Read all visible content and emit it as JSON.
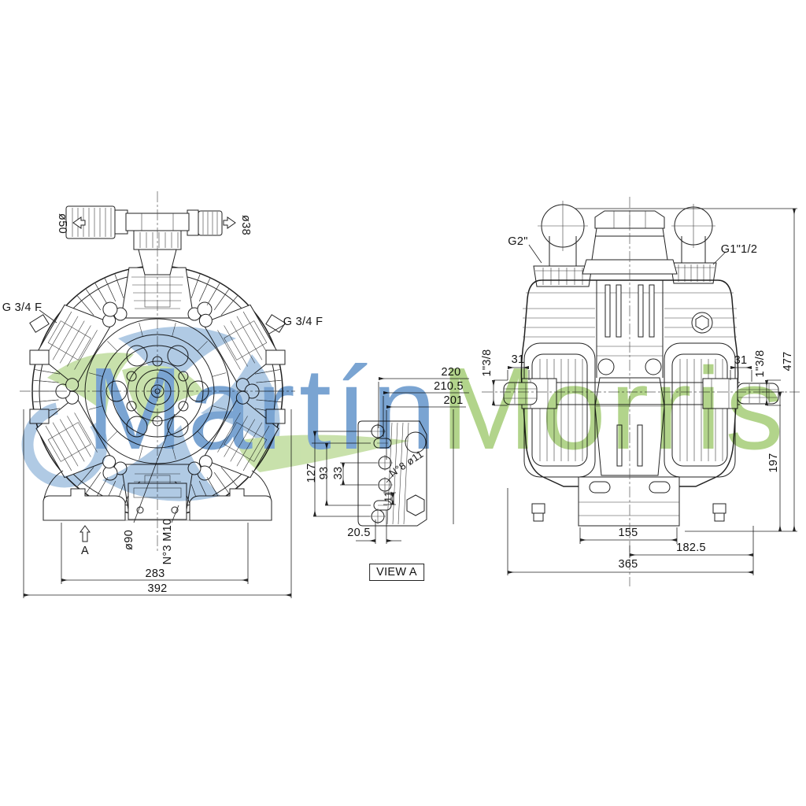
{
  "watermark": {
    "first": "Martín",
    "second": "Morris",
    "blue": "#7aa4d2",
    "green": "#b2d48b"
  },
  "front_view": {
    "hose_left_dia": "ø50",
    "hose_right_dia": "ø38",
    "port_left": "G 3/4 F",
    "port_right": "G 3/4 F",
    "view_arrow": "A",
    "shaft_dia": "ø90",
    "mount_holes": "N°3 M10",
    "dim_inner_width": "283",
    "dim_outer_width": "392"
  },
  "view_a": {
    "caption": "VIEW A",
    "dim_220": "220",
    "dim_210_5": "210.5",
    "dim_201": "201",
    "dim_127": "127",
    "dim_93": "93",
    "dim_33": "33",
    "dim_11": "11",
    "dim_20_5": "20.5",
    "holes_note": "N°8 ø11"
  },
  "side_view": {
    "port_left": "G2\"",
    "port_right": "G1\"1/2",
    "dim_31_left": "31",
    "dim_31_right": "31",
    "shaft_left": "1\"3/8",
    "shaft_right": "1\"3/8",
    "dim_height": "477",
    "dim_shaft_to_base": "197",
    "dim_base_width": "155",
    "dim_half_depth": "182.5",
    "dim_total_depth": "365"
  }
}
